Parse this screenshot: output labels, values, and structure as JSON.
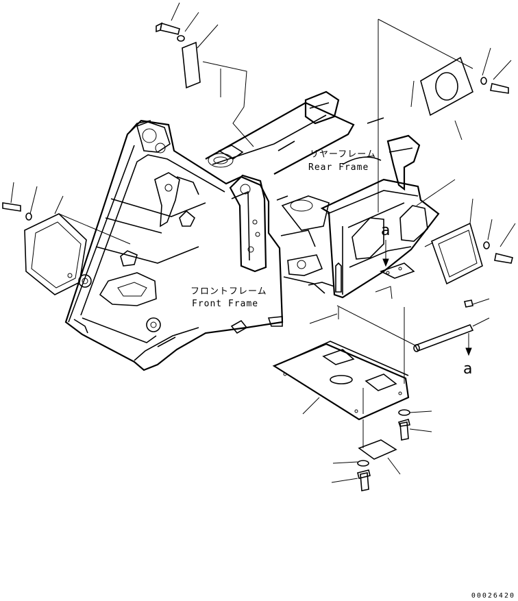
{
  "labels": {
    "rear_frame_jp": "リヤーフレーム",
    "rear_frame_en": "Rear Frame",
    "front_frame_jp": "フロントフレーム",
    "front_frame_en": "Front Frame",
    "callout_upper": "a",
    "callout_lower": "a"
  },
  "drawing_code": "00026420",
  "icons": {
    "bolt": "bolt-icon",
    "washer": "washer-icon",
    "cover_plate": "cover-plate-icon",
    "gasket": "gasket-icon"
  }
}
